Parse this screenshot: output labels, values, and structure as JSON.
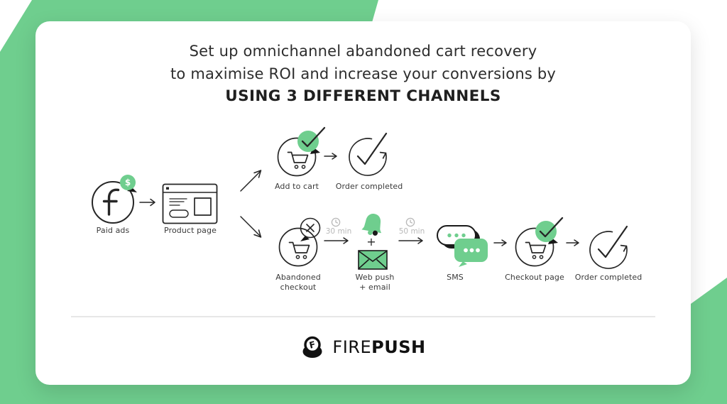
{
  "title": {
    "line1": "Set up omnichannel abandoned cart recovery",
    "line2": "to maximise ROI and increase your conversions by",
    "line3": "USING 3 DIFFERENT CHANNELS"
  },
  "flow": {
    "paid_ads": {
      "label": "Paid ads",
      "badge": "$"
    },
    "product_page": {
      "label": "Product page"
    },
    "add_to_cart": {
      "label": "Add to cart"
    },
    "order_completed_top": {
      "label": "Order completed"
    },
    "abandoned_checkout": {
      "line1": "Abandoned",
      "line2": "checkout"
    },
    "delay_1": {
      "label": "30 min"
    },
    "web_push_email": {
      "line1": "Web push",
      "plus": "+",
      "line2": "+ email"
    },
    "delay_2": {
      "label": "50 min"
    },
    "sms": {
      "label": "SMS"
    },
    "checkout_page": {
      "label": "Checkout page"
    },
    "order_completed_bottom": {
      "label": "Order completed"
    }
  },
  "footer": {
    "logo_letter": "F",
    "brand_fire": "FIRE",
    "brand_push": "PUSH"
  },
  "colors": {
    "accent_green": "#6FCE8E",
    "ink": "#262626",
    "muted_gray": "#B8B8B8",
    "divider": "#E7E7E7",
    "card_bg": "#FFFFFF"
  }
}
